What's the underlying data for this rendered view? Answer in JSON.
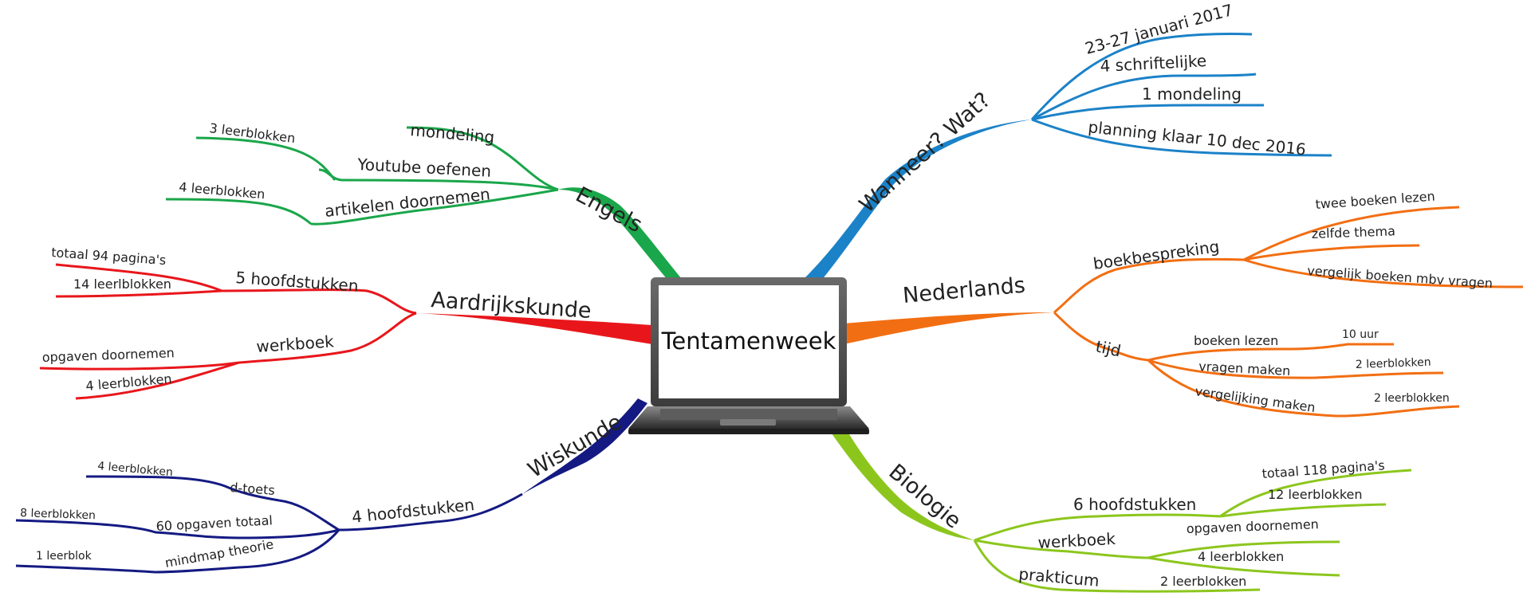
{
  "center": {
    "label": "Tentamenweek"
  },
  "colors": {
    "engels": "#1aa64a",
    "wanneer": "#1b82c8",
    "aardrijkskunde": "#e8161b",
    "nederlands": "#f26e12",
    "wiskunde": "#141a82",
    "biologie": "#8cc61d"
  },
  "branches": {
    "engels": {
      "label": "Engels",
      "mondeling": "mondeling",
      "youtube": "Youtube oefenen",
      "youtube_blokken": "3 leerblokken",
      "artikelen": "artikelen doornemen",
      "artikelen_blokken": "4 leerblokken"
    },
    "wanneer": {
      "label": "Wanneer? Wat?",
      "datum": "23-27 januari 2017",
      "schriftelijke": "4 schriftelijke",
      "mondeling": "1 mondeling",
      "planning": "planning klaar 10 dec 2016"
    },
    "aardrijkskunde": {
      "label": "Aardrijkskunde",
      "hoofdstukken": "5 hoofdstukken",
      "paginas": "totaal 94 pagina's",
      "blokken14": "14 leerlblokken",
      "werkboek": "werkboek",
      "opgaven": "opgaven doornemen",
      "blokken4": "4 leerblokken"
    },
    "nederlands": {
      "label": "Nederlands",
      "boekbespreking": "boekbespreking",
      "twee_boeken": "twee boeken lezen",
      "zelfde_thema": "zelfde thema",
      "vergelijk": "vergelijk boeken mbv vragen",
      "tijd": "tijd",
      "boeken_lezen": "boeken lezen",
      "tien_uur": "10 uur",
      "vragen_maken": "vragen maken",
      "vragen_blokken": "2 leerblokken",
      "vergelijking": "vergelijking maken",
      "vergelijking_blokken": "2 leerblokken"
    },
    "wiskunde": {
      "label": "Wiskunde",
      "hoofdstukken": "4 hoofdstukken",
      "dtoets": "d-toets",
      "dtoets_blokken": "4 leerblokken",
      "opgaven": "60 opgaven totaal",
      "opgaven_blokken": "8 leerblokken",
      "mindmap": "mindmap theorie",
      "mindmap_blok": "1 leerblok"
    },
    "biologie": {
      "label": "Biologie",
      "hoofdstukken": "6 hoofdstukken",
      "paginas": "totaal 118 pagina's",
      "blokken12": "12 leerblokken",
      "werkboek": "werkboek",
      "opgaven": "opgaven doornemen",
      "blokken4": "4 leerblokken",
      "prakticum": "prakticum",
      "prakticum_blokken": "2 leerblokken"
    }
  }
}
